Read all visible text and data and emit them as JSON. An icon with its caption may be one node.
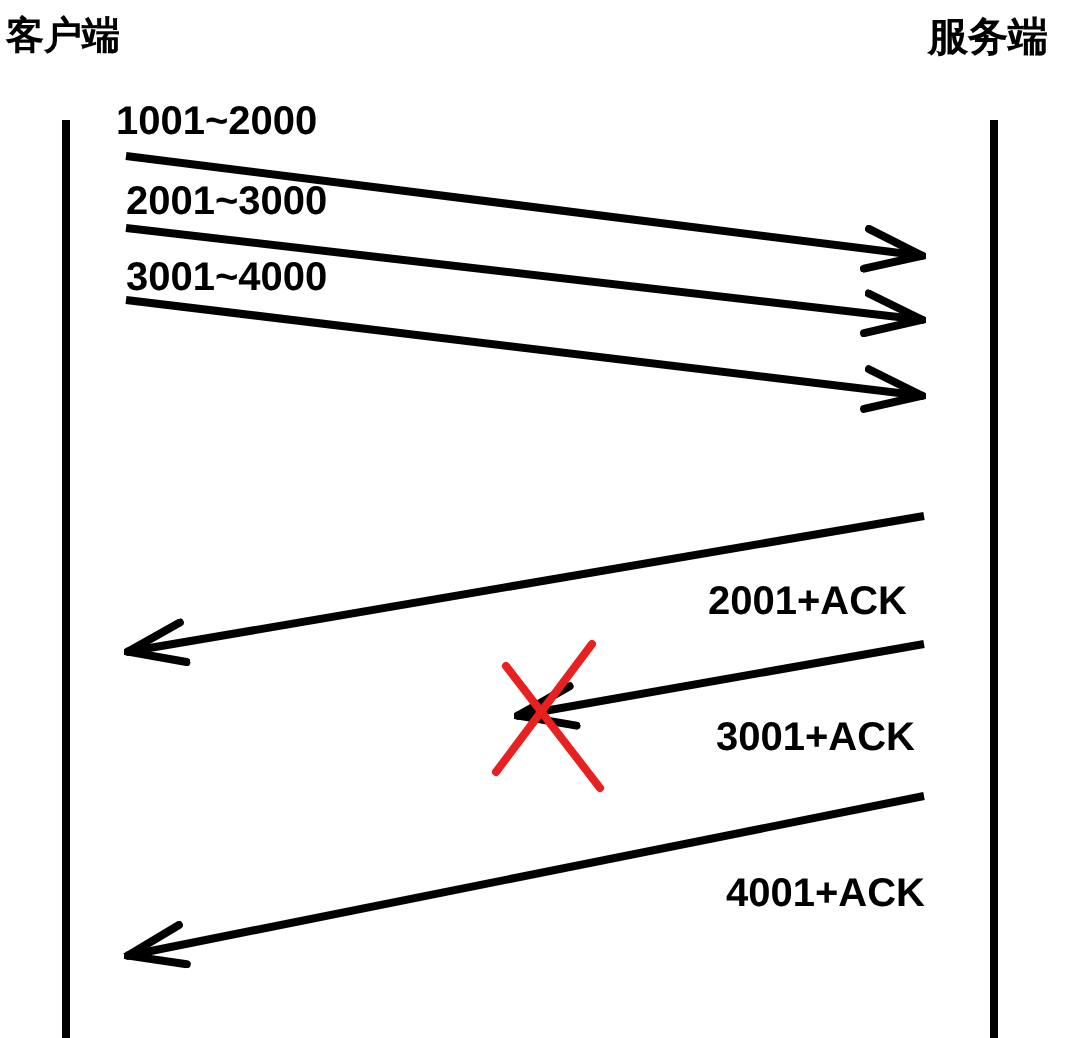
{
  "diagram": {
    "nodes": [
      {
        "text": [
          "客户端"
        ]
      },
      {
        "text": [
          "服务端"
        ]
      }
    ],
    "edges": [
      {
        "from": 0,
        "to": 1,
        "arrow": "to",
        "label": "1001~2000"
      },
      {
        "from": 0,
        "to": 1,
        "arrow": "to",
        "label": "2001~3000"
      },
      {
        "from": 0,
        "to": 1,
        "arrow": "to",
        "label": "3001~4000"
      },
      {
        "from": 1,
        "to": 0,
        "arrow": "to",
        "label": "2001+ACK"
      },
      {
        "from": 1,
        "to": null,
        "arrow": "to",
        "label": "3001+ACK"
      },
      {
        "from": 1,
        "to": 0,
        "arrow": "to",
        "label": "4001+ACK"
      }
    ]
  }
}
